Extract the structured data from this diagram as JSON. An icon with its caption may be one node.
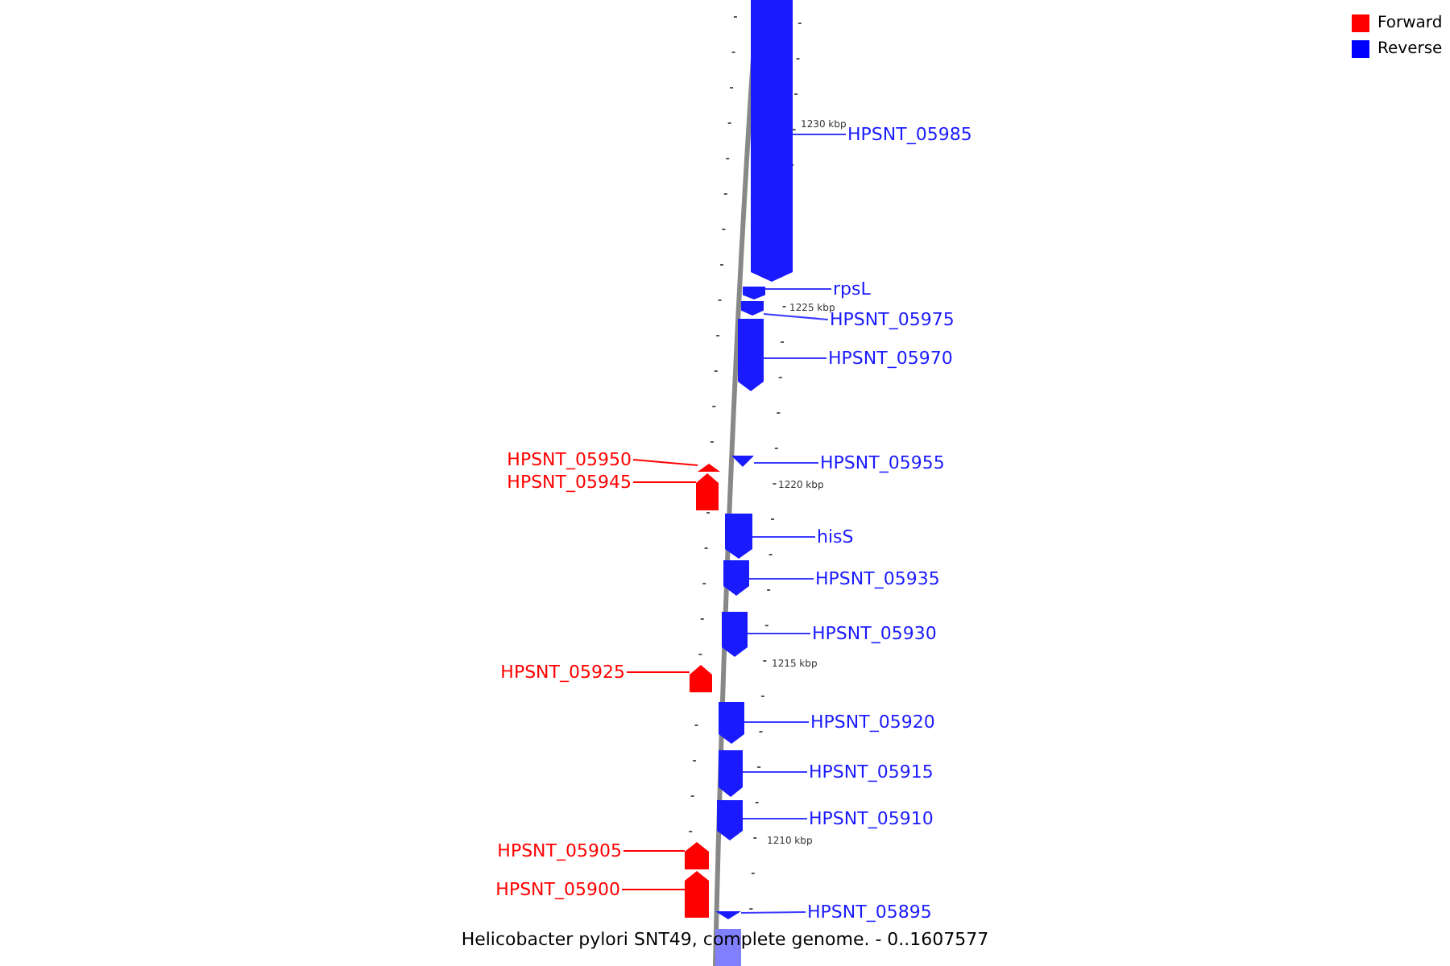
{
  "diagram": {
    "caption": "Helicobacter pylori SNT49, complete genome. - 0..1607577",
    "nodes": [
      {
        "text": [
          "HPSNT_05985"
        ]
      },
      {
        "text": [],
        "shape": "pentagon"
      },
      {
        "text": [
          "rpsL"
        ]
      },
      {
        "text": [],
        "shape": "pentagon"
      },
      {
        "text": [
          "HPSNT_05975"
        ]
      },
      {
        "text": [],
        "shape": "pentagon"
      },
      {
        "text": [
          "HPSNT_05970"
        ]
      },
      {
        "text": [],
        "shape": "pentagon"
      },
      {
        "text": [
          "HPSNT_05950"
        ]
      },
      {
        "text": [],
        "shape": "triangle"
      },
      {
        "text": [
          "HPSNT_05955"
        ]
      },
      {
        "text": [],
        "shape": "triangle"
      },
      {
        "text": [
          "HPSNT_05945"
        ]
      },
      {
        "text": [],
        "shape": "pentagon"
      },
      {
        "text": [
          "hisS"
        ]
      },
      {
        "text": [],
        "shape": "pentagon"
      },
      {
        "text": [
          "HPSNT_05935"
        ]
      },
      {
        "text": [],
        "shape": "pentagon"
      },
      {
        "text": [
          "HPSNT_05930"
        ]
      },
      {
        "text": [],
        "shape": "pentagon"
      },
      {
        "text": [
          "HPSNT_05925"
        ]
      },
      {
        "text": [],
        "shape": "pentagon"
      },
      {
        "text": [
          "HPSNT_05920"
        ]
      },
      {
        "text": [],
        "shape": "pentagon"
      },
      {
        "text": [
          "HPSNT_05915"
        ]
      },
      {
        "text": [],
        "shape": "pentagon"
      },
      {
        "text": [
          "HPSNT_05910"
        ]
      },
      {
        "text": [],
        "shape": "pentagon"
      },
      {
        "text": [
          "HPSNT_05905"
        ]
      },
      {
        "text": [],
        "shape": "pentagon"
      },
      {
        "text": [
          "HPSNT_05900"
        ]
      },
      {
        "text": [],
        "shape": "pentagon"
      },
      {
        "text": [
          "HPSNT_05895"
        ]
      },
      {
        "text": [],
        "shape": "triangle"
      },
      {
        "text": [],
        "shape": "bar"
      }
    ],
    "edges": [
      {
        "from": 0,
        "to": 1,
        "arrow": "none"
      },
      {
        "from": 2,
        "to": 3,
        "arrow": "none"
      },
      {
        "from": 4,
        "to": 5,
        "arrow": "none"
      },
      {
        "from": 6,
        "to": 7,
        "arrow": "none"
      },
      {
        "from": 8,
        "to": 9,
        "arrow": "none",
        "color": "#ff0000"
      },
      {
        "from": 10,
        "to": 11,
        "arrow": "none"
      },
      {
        "from": 12,
        "to": 13,
        "arrow": "none",
        "color": "#ff0000"
      },
      {
        "from": 14,
        "to": 15,
        "arrow": "none"
      },
      {
        "from": 16,
        "to": 17,
        "arrow": "none"
      },
      {
        "from": 18,
        "to": 19,
        "arrow": "none"
      },
      {
        "from": 20,
        "to": 21,
        "arrow": "none",
        "color": "#ff0000"
      },
      {
        "from": 22,
        "to": 23,
        "arrow": "none"
      },
      {
        "from": 24,
        "to": 25,
        "arrow": "none"
      },
      {
        "from": 26,
        "to": 27,
        "arrow": "none"
      },
      {
        "from": 28,
        "to": 29,
        "arrow": "none",
        "color": "#ff0000"
      },
      {
        "from": 30,
        "to": 31,
        "arrow": "none",
        "color": "#ff0000"
      },
      {
        "from": 32,
        "to": 33,
        "arrow": "none"
      }
    ],
    "labels": [
      "1230 kbp",
      "1225 kbp",
      "1220 kbp",
      "1215 kbp",
      "1210 kbp"
    ],
    "legend": [
      {
        "text": "Forward",
        "color": "#ff0000"
      },
      {
        "text": "Reverse",
        "color": "#0000ff"
      }
    ]
  }
}
